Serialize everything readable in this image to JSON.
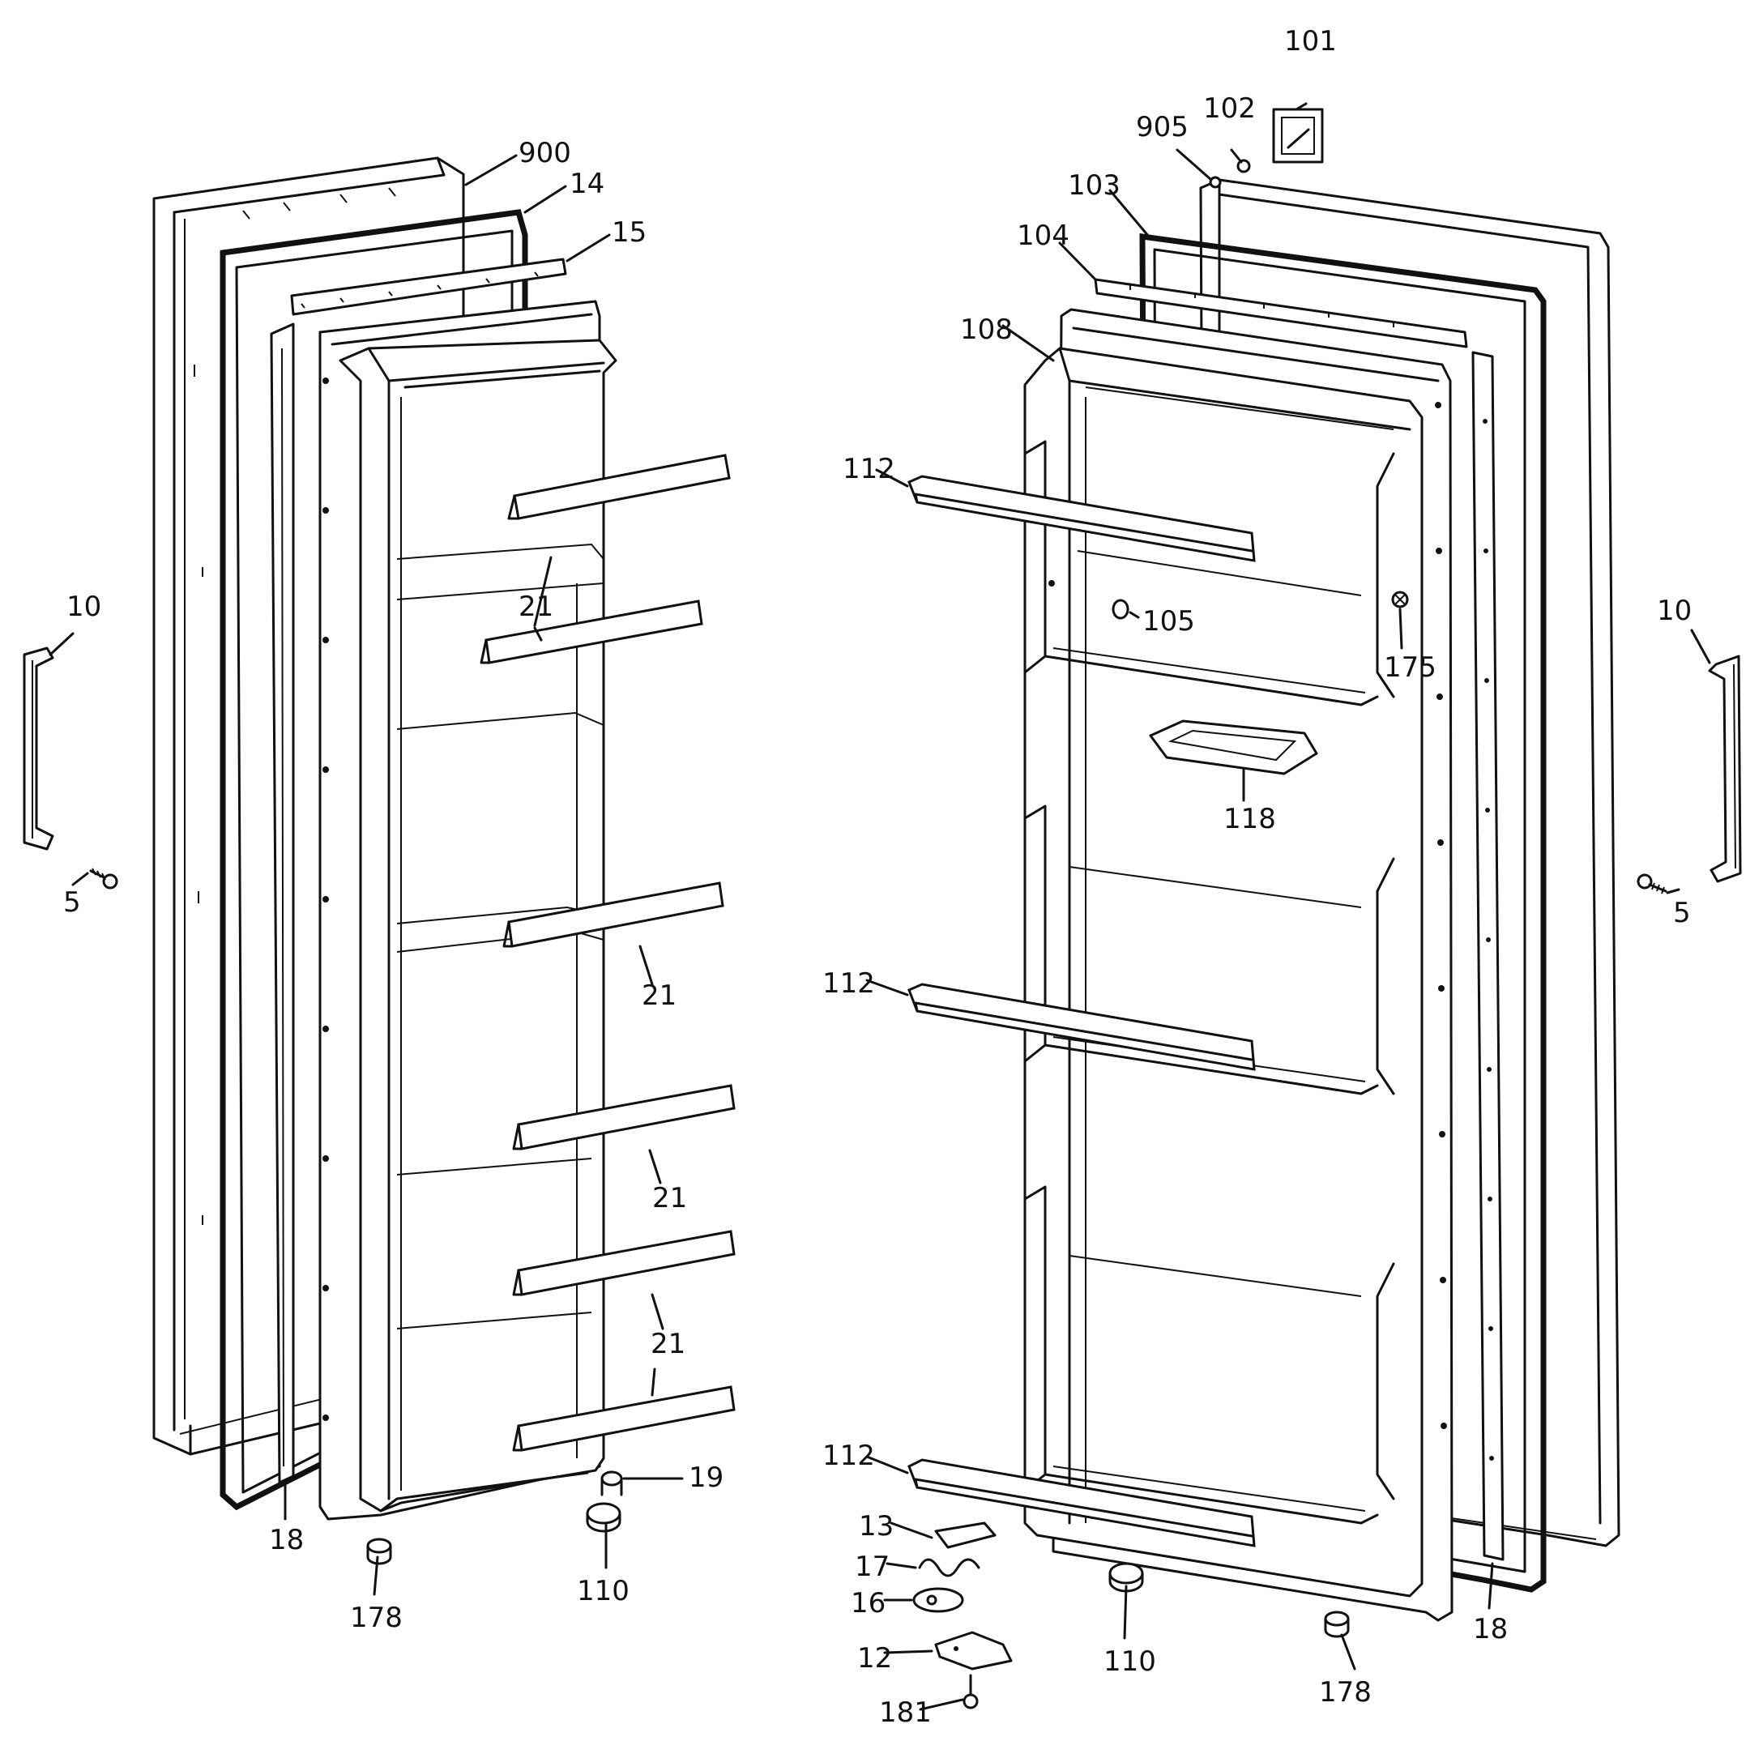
{
  "colors": {
    "ink": "#111111",
    "paper": "#ffffff"
  },
  "callouts": [
    {
      "id": "c900",
      "text": "900"
    },
    {
      "id": "c14",
      "text": "14"
    },
    {
      "id": "c15",
      "text": "15"
    },
    {
      "id": "c21a",
      "text": "21"
    },
    {
      "id": "c21b",
      "text": "21"
    },
    {
      "id": "c21c",
      "text": "21"
    },
    {
      "id": "c21d",
      "text": "21"
    },
    {
      "id": "c10l",
      "text": "10"
    },
    {
      "id": "c5l",
      "text": "5"
    },
    {
      "id": "c18l",
      "text": "18"
    },
    {
      "id": "c178l",
      "text": "178"
    },
    {
      "id": "c110l",
      "text": "110"
    },
    {
      "id": "c19",
      "text": "19"
    },
    {
      "id": "c101",
      "text": "101"
    },
    {
      "id": "c102",
      "text": "102"
    },
    {
      "id": "c905",
      "text": "905"
    },
    {
      "id": "c103",
      "text": "103"
    },
    {
      "id": "c104",
      "text": "104"
    },
    {
      "id": "c108",
      "text": "108"
    },
    {
      "id": "c112a",
      "text": "112"
    },
    {
      "id": "c112b",
      "text": "112"
    },
    {
      "id": "c112c",
      "text": "112"
    },
    {
      "id": "c105",
      "text": "105"
    },
    {
      "id": "c175",
      "text": "175"
    },
    {
      "id": "c118",
      "text": "118"
    },
    {
      "id": "c10r",
      "text": "10"
    },
    {
      "id": "c5r",
      "text": "5"
    },
    {
      "id": "c13",
      "text": "13"
    },
    {
      "id": "c17",
      "text": "17"
    },
    {
      "id": "c16",
      "text": "16"
    },
    {
      "id": "c12",
      "text": "12"
    },
    {
      "id": "c181",
      "text": "181"
    },
    {
      "id": "c110r",
      "text": "110"
    },
    {
      "id": "c178r",
      "text": "178"
    },
    {
      "id": "c18r",
      "text": "18"
    }
  ]
}
